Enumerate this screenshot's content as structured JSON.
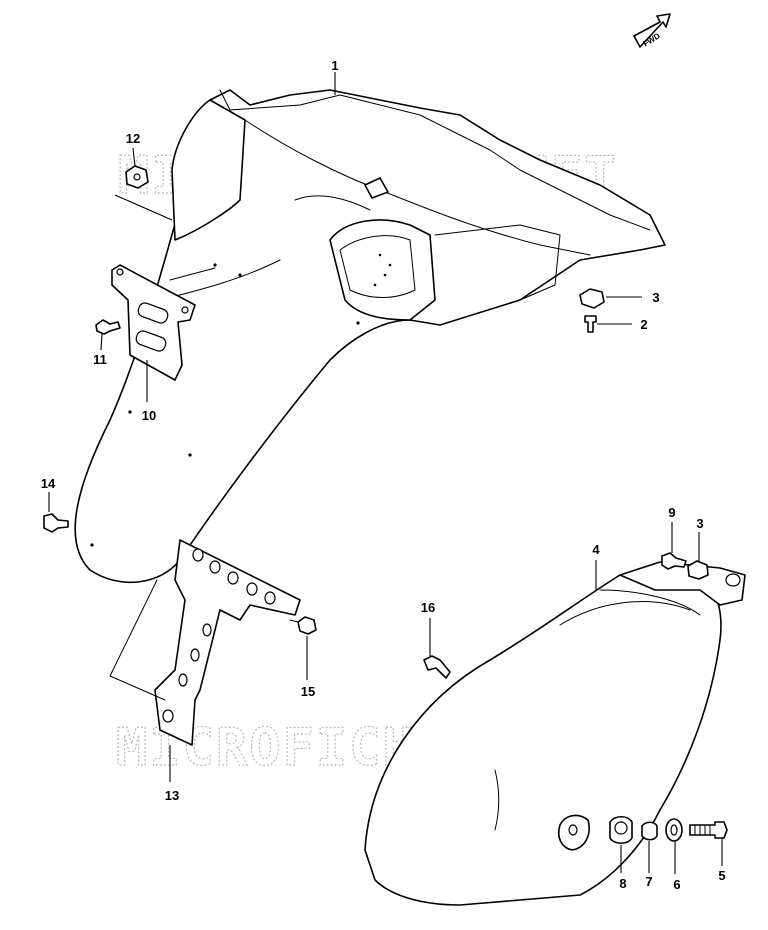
{
  "watermark": "MICROFICHES.NET",
  "fwd_label": "FWD",
  "callouts": {
    "c1": "1",
    "c2": "2",
    "c3a": "3",
    "c3b": "3",
    "c4": "4",
    "c5": "5",
    "c6": "6",
    "c7": "7",
    "c8": "8",
    "c9": "9",
    "c10": "10",
    "c11": "11",
    "c12": "12",
    "c13": "13",
    "c14": "14",
    "c15": "15",
    "c16": "16"
  }
}
